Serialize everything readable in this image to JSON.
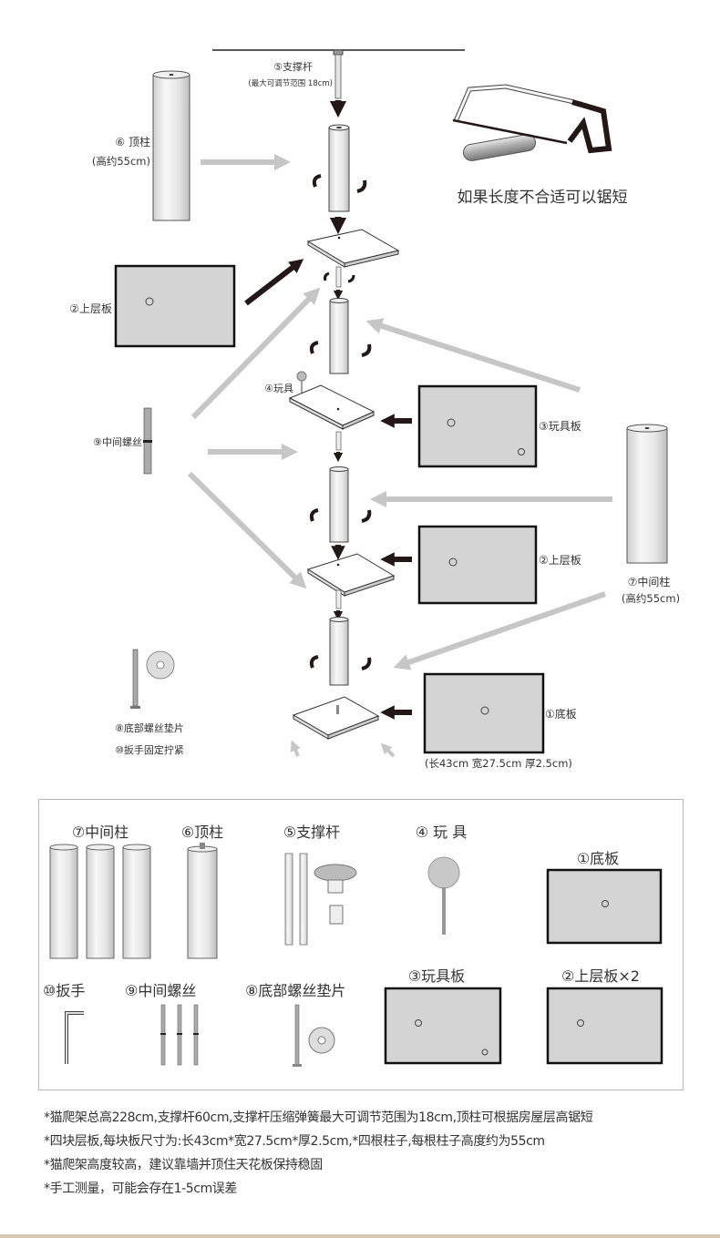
{
  "assembly": {
    "support_rod": {
      "label": "⑤支撑杆",
      "note": "(最大可调节范围 18cm)"
    },
    "top_column": {
      "label": "⑥ 顶柱",
      "note": "(高约55cm)"
    },
    "saw_hint": "如果长度不合适可以锯短",
    "upper_board_1": "②上层板",
    "toy": "④玩具",
    "middle_screw": "⑨中间螺丝",
    "toy_board": "③玩具板",
    "upper_board_2": "②上层板",
    "middle_column": {
      "label": "⑦中间柱",
      "note": "(高约55cm)"
    },
    "bottom_screw_washer": "⑧底部螺丝垫片",
    "wrench_tighten": "⑩扳手固定拧紧",
    "base_board": {
      "label": "①底板",
      "dims": "(长43cm 宽27.5cm 厚2.5cm)"
    }
  },
  "parts_list": {
    "middle_column": "⑦中间柱",
    "top_column": "⑥顶柱",
    "support_rod": "⑤支撑杆",
    "toy": "④ 玩 具",
    "base_board": "①底板",
    "wrench": "⑩扳手",
    "middle_screw": "⑨中间螺丝",
    "bottom_screw_washer": "⑧底部螺丝垫片",
    "toy_board": "③玩具板",
    "upper_board_x2": "②上层板×2"
  },
  "notes": [
    "*猫爬架总高228cm,支撑杆60cm,支撑杆压缩弹簧最大可调节范围为18cm,顶柱可根据房屋层高锯短",
    "*四块层板,每块板尺寸为:长43cm*宽27.5cm*厚2.5cm,*四根柱子,每根柱子高度约为55cm",
    "*猫爬架高度较高，建议靠墙并顶住天花板保持稳固",
    "*手工测量，可能会存在1-5cm误差"
  ],
  "colors": {
    "board": "#d4d4d4",
    "arrow_gray": "#c6c6c6",
    "arrow_dark": "#231815",
    "footer": "#d9c8b6"
  }
}
